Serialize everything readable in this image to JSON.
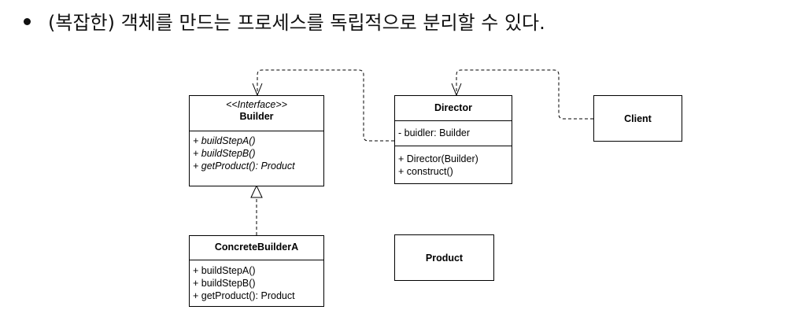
{
  "header": {
    "bullet_text": "(복잡한) 객체를 만드는 프로세스를 독립적으로 분리할 수 있다."
  },
  "diagram": {
    "builder": {
      "stereotype": "<<Interface>>",
      "name": "Builder",
      "methods": [
        "+ buildStepA()",
        "+ buildStepB()",
        "+ getProduct(): Product"
      ]
    },
    "director": {
      "name": "Director",
      "attributes": [
        "- buidler: Builder"
      ],
      "methods": [
        "+ Director(Builder)",
        "+ construct()"
      ]
    },
    "client": {
      "name": "Client"
    },
    "concrete_builder": {
      "name": "ConcreteBuilderA",
      "methods": [
        "+ buildStepA()",
        "+ buildStepB()",
        "+ getProduct(): Product"
      ]
    },
    "product": {
      "name": "Product"
    }
  }
}
